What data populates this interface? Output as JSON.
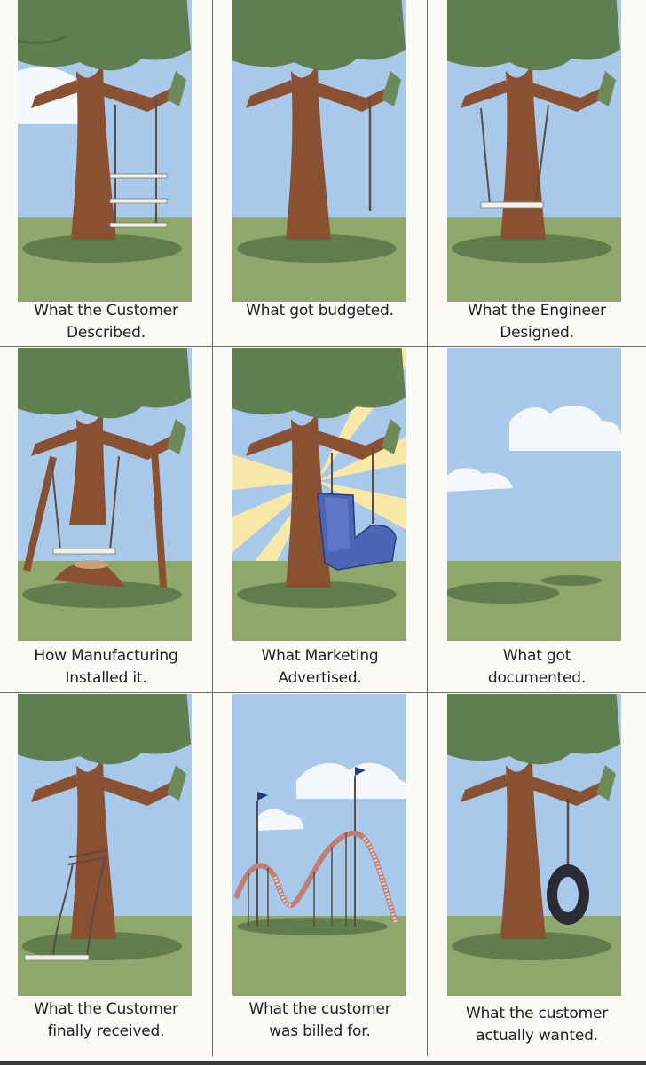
{
  "colors": {
    "sky": "#a9c9ea",
    "grass": "#8da86a",
    "trunk": "#8a5032",
    "foliage": "#5f7f50",
    "cloud": "#ffffff",
    "armchair": "#4d65b5",
    "sun": "#f7e8a8"
  },
  "panels": [
    {
      "id": "customer-described",
      "image": "tree with three-rung ladder swing",
      "caption_line1": "What the Customer",
      "caption_line2": "Described."
    },
    {
      "id": "budgeted",
      "image": "tree with a single rope",
      "caption_line1": "What got budgeted.",
      "caption_line2": ""
    },
    {
      "id": "engineer-designed",
      "image": "swing around the tree trunk",
      "caption_line1": "What the Engineer",
      "caption_line2": "Designed."
    },
    {
      "id": "manufacturing-installed",
      "image": "tree cut with swing hanging over stump",
      "caption_line1": "How Manufacturing",
      "caption_line2": "Installed it."
    },
    {
      "id": "marketing-advertised",
      "image": "armchair swing with sunbeams",
      "caption_line1": "What Marketing",
      "caption_line2": "Advertised."
    },
    {
      "id": "documented",
      "image": "empty landscape",
      "caption_line1": "What got",
      "caption_line2": "documented."
    },
    {
      "id": "customer-received",
      "image": "rope tied around trunk with seat on ground",
      "caption_line1": "What the Customer",
      "caption_line2": "finally received."
    },
    {
      "id": "customer-billed",
      "image": "roller coaster with flags",
      "caption_line1": "What the customer",
      "caption_line2": "was billed for."
    },
    {
      "id": "customer-wanted",
      "image": "tire swing",
      "caption_line1": "What the customer",
      "caption_line2": "actually wanted."
    }
  ]
}
